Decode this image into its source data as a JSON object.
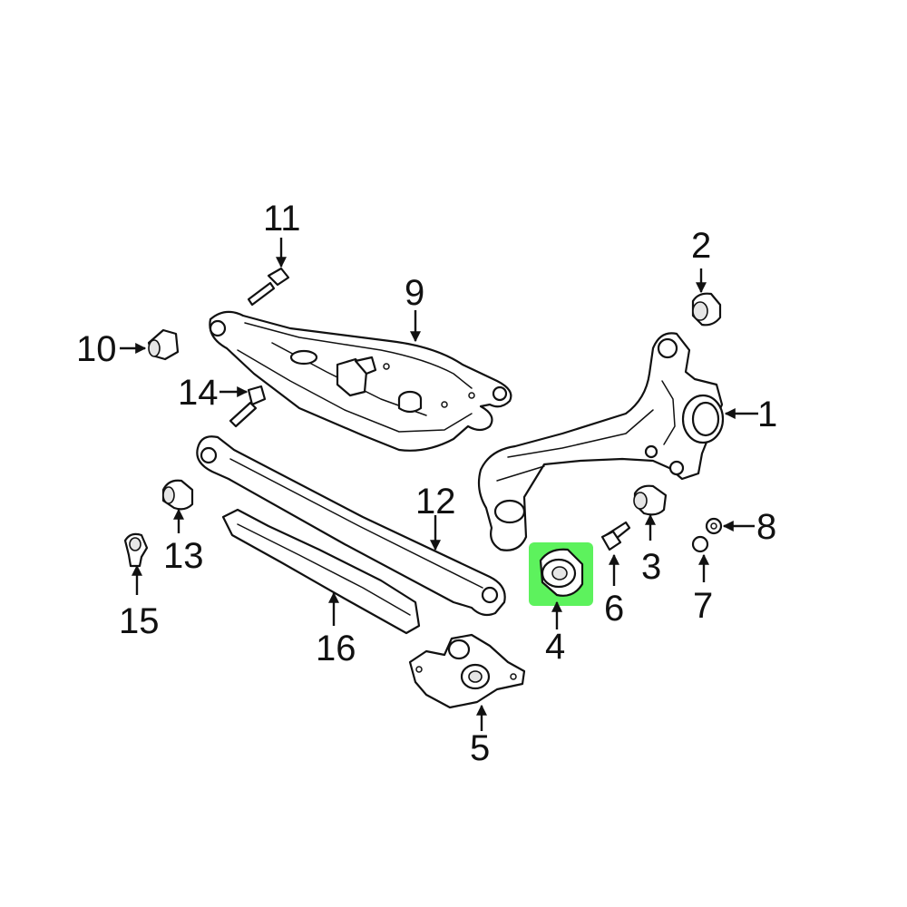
{
  "diagram": {
    "highlight_color": "#5df25d",
    "highlighted_part": "4",
    "callouts": {
      "c1": "1",
      "c2": "2",
      "c3": "3",
      "c4": "4",
      "c5": "5",
      "c6": "6",
      "c7": "7",
      "c8": "8",
      "c9": "9",
      "c10": "10",
      "c11": "11",
      "c12": "12",
      "c13": "13",
      "c14": "14",
      "c15": "15",
      "c16": "16"
    }
  }
}
